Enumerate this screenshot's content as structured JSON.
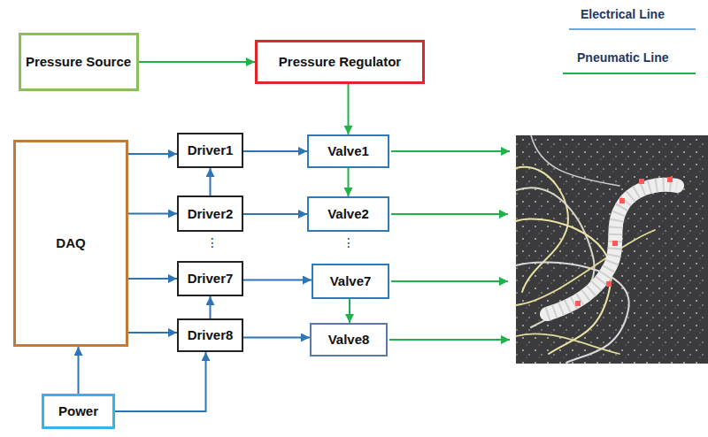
{
  "diagram": {
    "nodes": [
      {
        "text": [
          "Pressure Source"
        ]
      },
      {
        "text": [
          "Pressure Regulator"
        ]
      },
      {
        "text": [
          "DAQ"
        ]
      },
      {
        "text": [
          "Driver1"
        ]
      },
      {
        "text": [
          "Valve1"
        ]
      },
      {
        "text": [
          "Driver2"
        ]
      },
      {
        "text": [
          "Valve2"
        ]
      },
      {
        "text": [
          "Driver7"
        ]
      },
      {
        "text": [
          "Valve7"
        ]
      },
      {
        "text": [
          "Driver8"
        ]
      },
      {
        "text": [
          "Valve8"
        ]
      },
      {
        "text": [
          "Power"
        ]
      }
    ],
    "edges": [
      {
        "from": 0,
        "to": 1,
        "arrow": "to"
      },
      {
        "from": 1,
        "to": 4,
        "arrow": "to"
      },
      {
        "from": 2,
        "to": 3,
        "arrow": "to"
      },
      {
        "from": 2,
        "to": 5,
        "arrow": "to"
      },
      {
        "from": 2,
        "to": 7,
        "arrow": "to"
      },
      {
        "from": 2,
        "to": 9,
        "arrow": "to"
      },
      {
        "from": 3,
        "to": 4,
        "arrow": "to"
      },
      {
        "from": 5,
        "to": 6,
        "arrow": "to"
      },
      {
        "from": 7,
        "to": 8,
        "arrow": "to"
      },
      {
        "from": 9,
        "to": 10,
        "arrow": "to"
      },
      {
        "from": 5,
        "to": 3,
        "arrow": "to"
      },
      {
        "from": 9,
        "to": 7,
        "arrow": "to"
      },
      {
        "from": 4,
        "to": 6,
        "arrow": "to"
      },
      {
        "from": 8,
        "to": 10,
        "arrow": "to"
      },
      {
        "from": 11,
        "to": 2,
        "arrow": "to"
      },
      {
        "from": 11,
        "to": 9,
        "arrow": "to"
      }
    ],
    "labels": [
      "⋮",
      "⋮"
    ],
    "legend": [
      {
        "text": "Electrical Line"
      },
      {
        "text": "Pneumatic Line"
      }
    ]
  }
}
